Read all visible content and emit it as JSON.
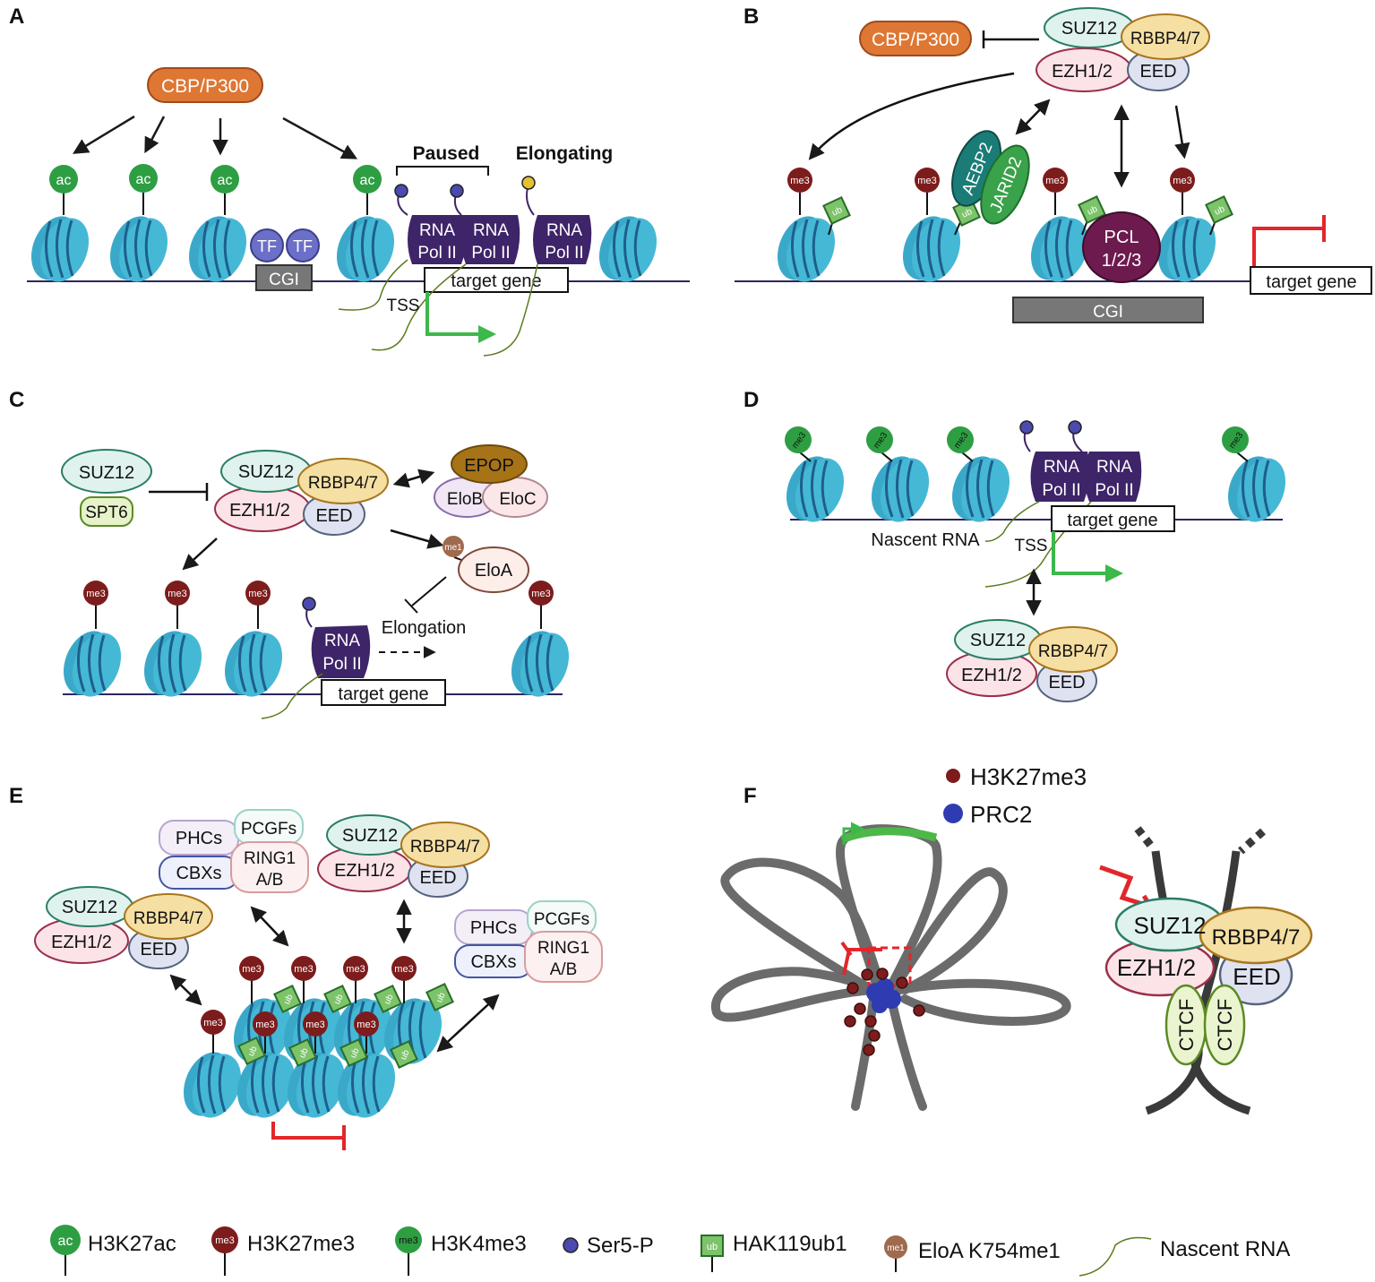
{
  "panels": {
    "A": {
      "letter": "A",
      "cbp": "CBP/P300",
      "ac": "ac",
      "tf": "TF",
      "cgi": "CGI",
      "paused": "Paused",
      "elongating": "Elongating",
      "rnapol_l1": "RNA",
      "rnapol_l2": "Pol II",
      "target_gene": "target gene",
      "tss": "TSS"
    },
    "B": {
      "letter": "B",
      "cbp": "CBP/P300",
      "suz12": "SUZ12",
      "rbbp": "RBBP4/7",
      "ezh": "EZH1/2",
      "eed": "EED",
      "me3": "me3",
      "ub": "ub",
      "aebp2": "AEBP2",
      "jarid2": "JARID2",
      "pcl_l1": "PCL",
      "pcl_l2": "1/2/3",
      "cgi": "CGI",
      "target_gene": "target gene"
    },
    "C": {
      "letter": "C",
      "suz12": "SUZ12",
      "spt6": "SPT6",
      "rbbp": "RBBP4/7",
      "ezh": "EZH1/2",
      "eed": "EED",
      "epop": "EPOP",
      "elob": "EloB",
      "eloc": "EloC",
      "me1": "me1",
      "eloa": "EloA",
      "elongation": "Elongation",
      "me3": "me3",
      "rnapol_l1": "RNA",
      "rnapol_l2": "Pol II",
      "target_gene": "target gene"
    },
    "D": {
      "letter": "D",
      "me3": "me3",
      "rnapol_l1": "RNA",
      "rnapol_l2": "Pol II",
      "target_gene": "target gene",
      "nascent": "Nascent RNA",
      "tss": "TSS",
      "suz12": "SUZ12",
      "rbbp": "RBBP4/7",
      "ezh": "EZH1/2",
      "eed": "EED"
    },
    "E": {
      "letter": "E",
      "phcs": "PHCs",
      "pcgfs": "PCGFs",
      "cbxs": "CBXs",
      "ring1_l1": "RING1",
      "ring1_l2": "A/B",
      "suz12": "SUZ12",
      "rbbp": "RBBP4/7",
      "ezh": "EZH1/2",
      "eed": "EED",
      "me3": "me3",
      "ub": "ub"
    },
    "F": {
      "letter": "F",
      "legend_h3k27me3": "H3K27me3",
      "legend_prc2": "PRC2",
      "suz12": "SUZ12",
      "rbbp": "RBBP4/7",
      "ezh": "EZH1/2",
      "eed": "EED",
      "ctcf": "CTCF"
    }
  },
  "legend": {
    "ac_mark": "ac",
    "h3k27ac": "H3K27ac",
    "me3_mark": "me3",
    "h3k27me3": "H3K27me3",
    "h3k4me3": "H3K4me3",
    "ser5p": "Ser5-P",
    "ub_mark": "ub",
    "hak119ub1": "HAK119ub1",
    "me1_mark": "me1",
    "eloa_k754me1": "EloA K754me1",
    "nascent_rna": "Nascent RNA"
  },
  "colors": {
    "nucleosome": "#45b8d6",
    "nucleosome_dark": "#1e5f8c",
    "ac_green": "#2e9e43",
    "me3_red": "#7d1c1c",
    "cbp_orange": "#dd7733",
    "polII_purple": "#3e2468",
    "ser5p_blue": "#4a4ab0",
    "suz12_fill": "#dff2ee",
    "rbbp_fill": "#f5dfa3",
    "ezh_fill": "#fbe3e8",
    "eed_fill": "#dfe2f0",
    "inhibit_red": "#e3262b",
    "activate_green": "#3db84a",
    "cgi_grey": "#777777"
  }
}
